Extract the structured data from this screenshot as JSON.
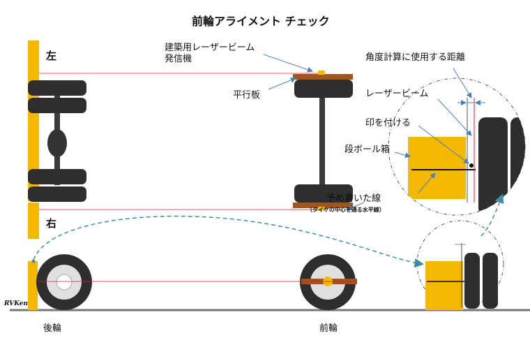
{
  "title": "前輪アライメント チェック",
  "labels": {
    "left": "左",
    "right": "右",
    "laser_emitter_line1": "建築用レーザービーム",
    "laser_emitter_line2": "発信機",
    "parallel_plate": "平行板",
    "angle_distance": "角度計算に使用する距離",
    "laser_beam": "レーザービーム",
    "mark": "印を付ける",
    "cardboard_box": "段ボール箱",
    "prewritten_line": "予め書いた線",
    "prewritten_line_note": "（タイヤの中心を通る水平線）",
    "rear_wheel": "後輪",
    "front_wheel": "前輪",
    "signature": "RVKen"
  },
  "colors": {
    "board_yellow": "#f5b800",
    "tire": "#2e2e2e",
    "wood": "#a0551e",
    "laser": "#d92020",
    "arrow": "#4a7fbf",
    "dashed": "#3a8fa3"
  },
  "icons": [
    "laser-emitter-icon",
    "wheel-icon",
    "axle-icon",
    "magnifier-circle-icon"
  ]
}
